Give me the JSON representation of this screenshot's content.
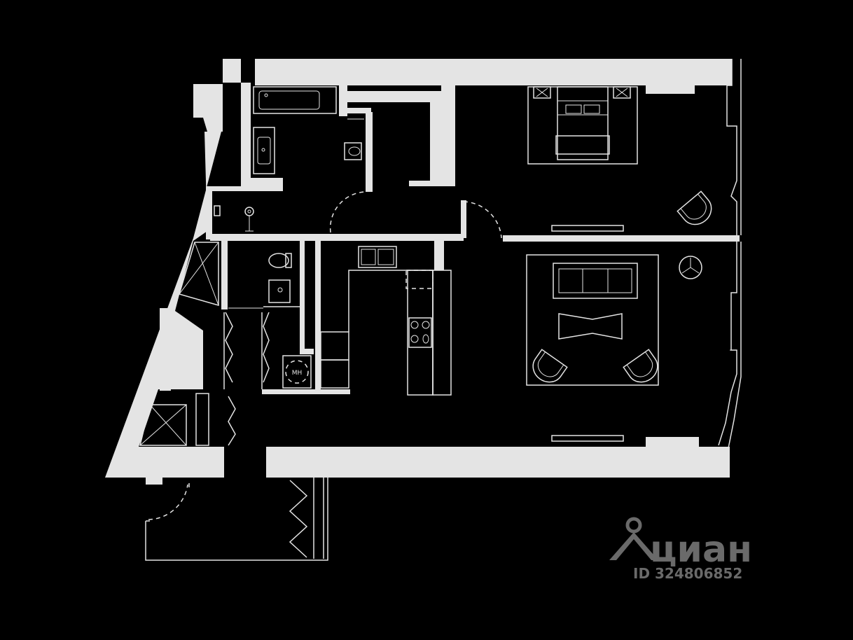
{
  "plan": {
    "utility_label": "МН"
  },
  "watermark": {
    "brand": "циан",
    "listing_id": "ID 324806852"
  },
  "colors": {
    "background": "#000000",
    "walls": "#e4e4e4",
    "watermark": "#6a6a6a"
  }
}
